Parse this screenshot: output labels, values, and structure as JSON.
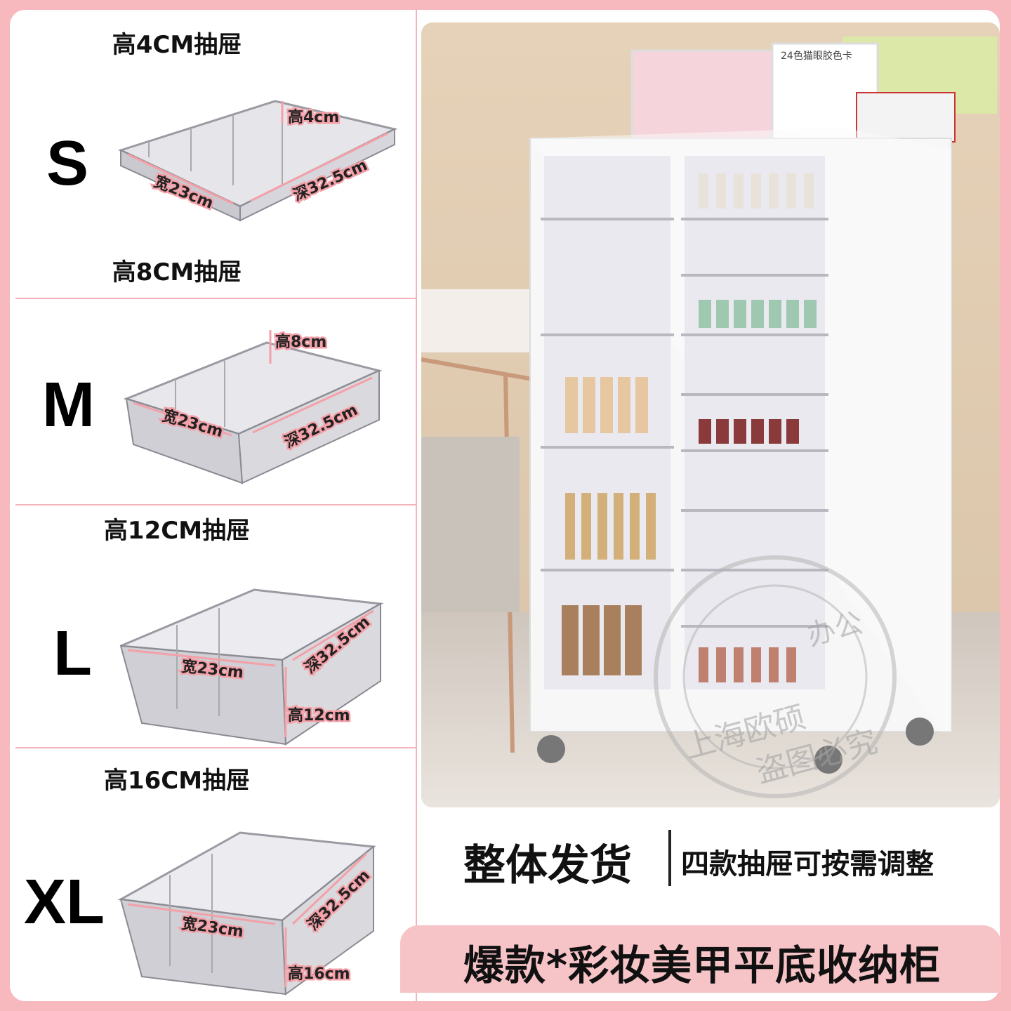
{
  "drawers": [
    {
      "title": "高4CM抽屉",
      "size": "S",
      "height_label": "高4cm",
      "width_label": "宽23cm",
      "depth_label": "深32.5cm"
    },
    {
      "title": "高8CM抽屉",
      "size": "M",
      "height_label": "高8cm",
      "width_label": "宽23cm",
      "depth_label": "深32.5cm"
    },
    {
      "title": "高12CM抽屉",
      "size": "L",
      "height_label": "高12cm",
      "width_label": "宽23cm",
      "depth_label": "深32.5cm"
    },
    {
      "title": "高16CM抽屉",
      "size": "XL",
      "height_label": "高16cm",
      "width_label": "宽23cm",
      "depth_label": "深32.5cm"
    }
  ],
  "photo": {
    "palette_card_text": "24色猫眼胶色卡"
  },
  "caption": {
    "main": "整体发货",
    "sub": "四款抽屉可按需调整"
  },
  "banner": {
    "text": "爆款*彩妆美甲平底收纳柜"
  },
  "watermark": {
    "line1": "上海欧硕",
    "line2": "盗图必究",
    "line3": "办公"
  },
  "colors": {
    "background": "#f7b8be",
    "banner": "#f6c3c7",
    "divider": "#f2b4ba",
    "dimension_line": "#f4a0a8"
  }
}
